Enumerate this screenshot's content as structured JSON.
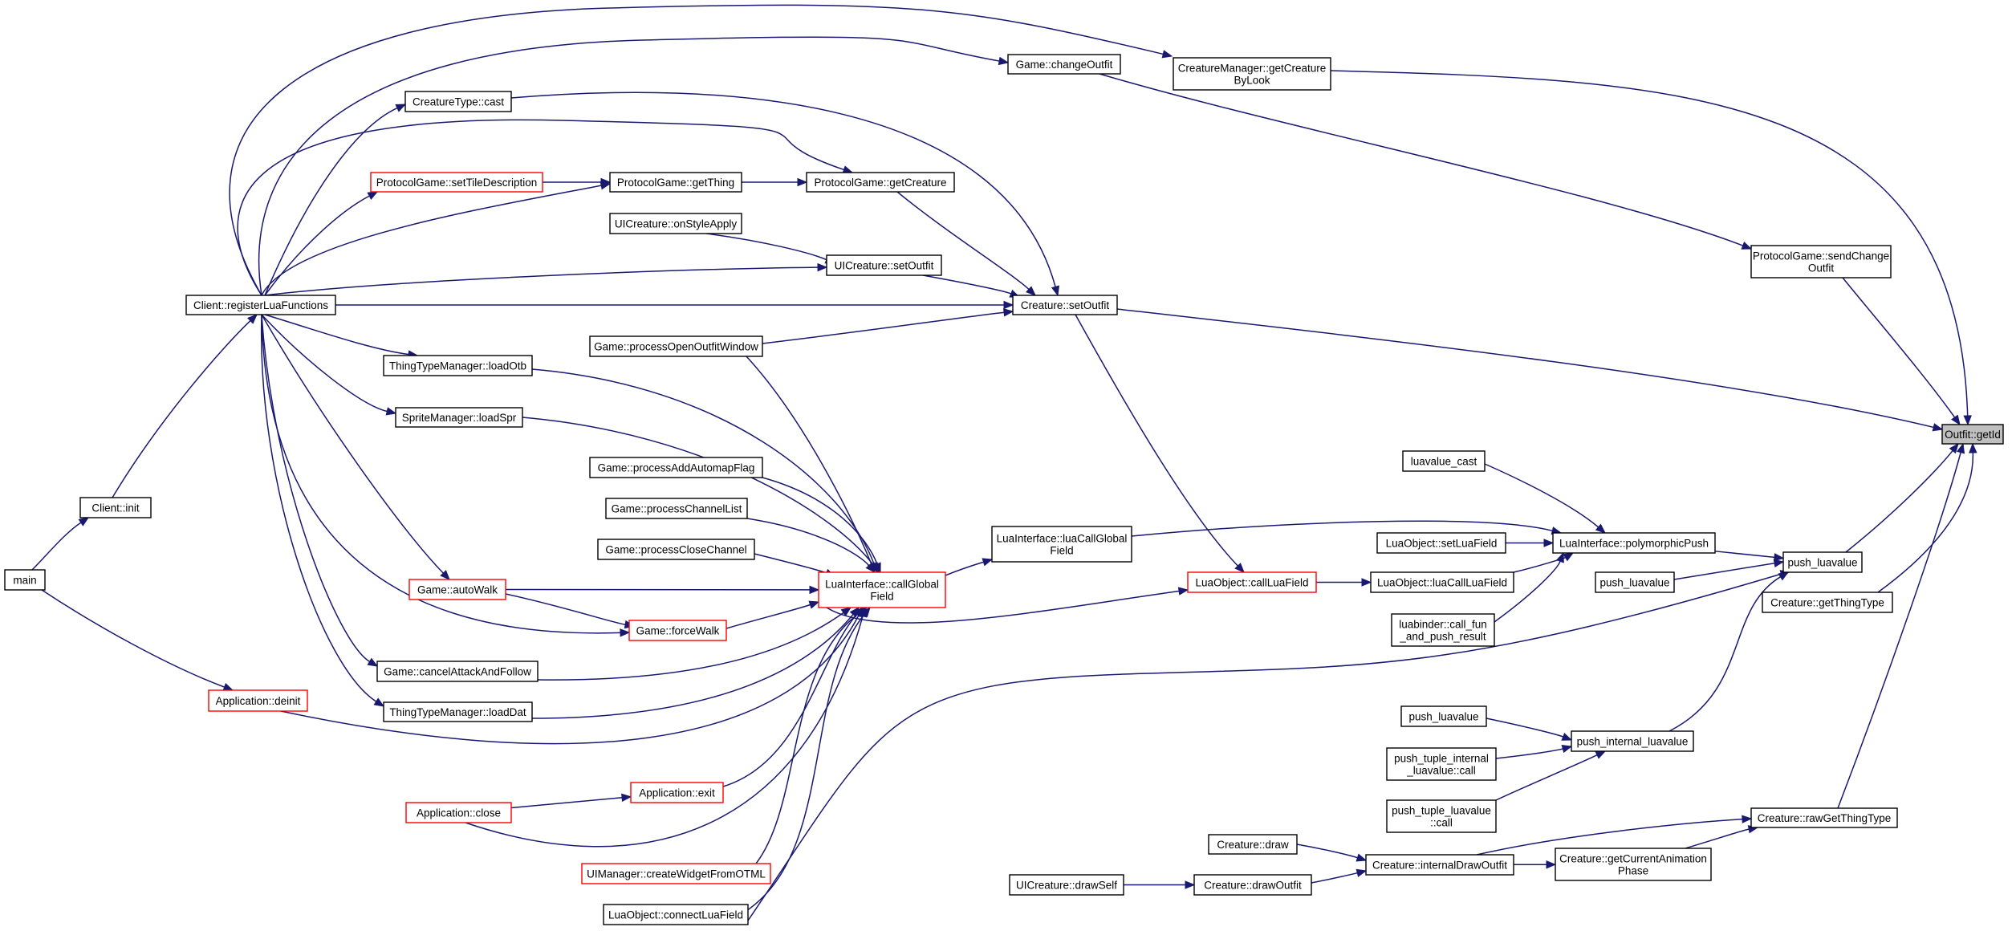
{
  "title": "",
  "colors": {
    "edge": "#191970",
    "node_border": "#000000",
    "node_border_truncated": "#ff0000",
    "root_fill": "#bfbfbf",
    "background": "#ffffff"
  },
  "nodes": [
    {
      "id": "getId",
      "lines": [
        "Outfit::getId"
      ],
      "style": "root"
    },
    {
      "id": "getCreatureByLook",
      "lines": [
        "CreatureManager::getCreature",
        "ByLook"
      ],
      "style": "normal"
    },
    {
      "id": "changeOutfit",
      "lines": [
        "Game::changeOutfit"
      ],
      "style": "normal"
    },
    {
      "id": "sendChangeOutfit",
      "lines": [
        "ProtocolGame::sendChange",
        "Outfit"
      ],
      "style": "normal"
    },
    {
      "id": "creatureSetOutfit",
      "lines": [
        "Creature::setOutfit"
      ],
      "style": "normal"
    },
    {
      "id": "pushLuavalueMain",
      "lines": [
        "push_luavalue"
      ],
      "style": "normal"
    },
    {
      "id": "getThingType",
      "lines": [
        "Creature::getThingType"
      ],
      "style": "normal"
    },
    {
      "id": "rawGetThingType",
      "lines": [
        "Creature::rawGetThingType"
      ],
      "style": "normal"
    },
    {
      "id": "creatureTypeCast",
      "lines": [
        "CreatureType::cast"
      ],
      "style": "normal"
    },
    {
      "id": "protocolGetCreature",
      "lines": [
        "ProtocolGame::getCreature"
      ],
      "style": "normal"
    },
    {
      "id": "protocolGetThing",
      "lines": [
        "ProtocolGame::getThing"
      ],
      "style": "normal"
    },
    {
      "id": "setTileDescription",
      "lines": [
        "ProtocolGame::setTileDescription"
      ],
      "style": "red"
    },
    {
      "id": "uiOnStyleApply",
      "lines": [
        "UICreature::onStyleApply"
      ],
      "style": "normal"
    },
    {
      "id": "uiSetOutfit",
      "lines": [
        "UICreature::setOutfit"
      ],
      "style": "normal"
    },
    {
      "id": "registerLuaFunctions",
      "lines": [
        "Client::registerLuaFunctions"
      ],
      "style": "normal"
    },
    {
      "id": "processOpenOutfitWindow",
      "lines": [
        "Game::processOpenOutfitWindow"
      ],
      "style": "normal"
    },
    {
      "id": "loadOtb",
      "lines": [
        "ThingTypeManager::loadOtb"
      ],
      "style": "normal"
    },
    {
      "id": "loadSpr",
      "lines": [
        "SpriteManager::loadSpr"
      ],
      "style": "normal"
    },
    {
      "id": "processAddAutomapFlag",
      "lines": [
        "Game::processAddAutomapFlag"
      ],
      "style": "normal"
    },
    {
      "id": "processChannelList",
      "lines": [
        "Game::processChannelList"
      ],
      "style": "normal"
    },
    {
      "id": "processCloseChannel",
      "lines": [
        "Game::processCloseChannel"
      ],
      "style": "normal"
    },
    {
      "id": "callGlobalField",
      "lines": [
        "LuaInterface::callGlobal",
        "Field"
      ],
      "style": "red"
    },
    {
      "id": "luaCallGlobalField",
      "lines": [
        "LuaInterface::luaCallGlobal",
        "Field"
      ],
      "style": "normal"
    },
    {
      "id": "autoWalk",
      "lines": [
        "Game::autoWalk"
      ],
      "style": "red"
    },
    {
      "id": "forceWalk",
      "lines": [
        "Game::forceWalk"
      ],
      "style": "red"
    },
    {
      "id": "cancelAttackAndFollow",
      "lines": [
        "Game::cancelAttackAndFollow"
      ],
      "style": "normal"
    },
    {
      "id": "loadDat",
      "lines": [
        "ThingTypeManager::loadDat"
      ],
      "style": "normal"
    },
    {
      "id": "clientInit",
      "lines": [
        "Client::init"
      ],
      "style": "normal"
    },
    {
      "id": "main",
      "lines": [
        "main"
      ],
      "style": "normal"
    },
    {
      "id": "appDeinit",
      "lines": [
        "Application::deinit"
      ],
      "style": "red"
    },
    {
      "id": "appExit",
      "lines": [
        "Application::exit"
      ],
      "style": "red"
    },
    {
      "id": "appClose",
      "lines": [
        "Application::close"
      ],
      "style": "red"
    },
    {
      "id": "createWidgetFromOTML",
      "lines": [
        "UIManager::createWidgetFromOTML"
      ],
      "style": "red"
    },
    {
      "id": "connectLuaField",
      "lines": [
        "LuaObject::connectLuaField"
      ],
      "style": "normal"
    },
    {
      "id": "luavalueCast",
      "lines": [
        "luavalue_cast"
      ],
      "style": "normal"
    },
    {
      "id": "setLuaField",
      "lines": [
        "LuaObject::setLuaField"
      ],
      "style": "normal"
    },
    {
      "id": "polymorphicPush",
      "lines": [
        "LuaInterface::polymorphicPush"
      ],
      "style": "normal"
    },
    {
      "id": "callLuaField",
      "lines": [
        "LuaObject::callLuaField"
      ],
      "style": "red"
    },
    {
      "id": "luaCallLuaField",
      "lines": [
        "LuaObject::luaCallLuaField"
      ],
      "style": "normal"
    },
    {
      "id": "callFunAndPush",
      "lines": [
        "luabinder::call_fun",
        "_and_push_result"
      ],
      "style": "normal"
    },
    {
      "id": "pushLuavalue2",
      "lines": [
        "push_luavalue"
      ],
      "style": "normal"
    },
    {
      "id": "pushLuavalue3",
      "lines": [
        "push_luavalue"
      ],
      "style": "normal"
    },
    {
      "id": "pushTupleInternal",
      "lines": [
        "push_tuple_internal",
        "_luavalue::call"
      ],
      "style": "normal"
    },
    {
      "id": "pushTupleLuavalue",
      "lines": [
        "push_tuple_luavalue",
        "::call"
      ],
      "style": "normal"
    },
    {
      "id": "pushInternalLuavalue",
      "lines": [
        "push_internal_luavalue"
      ],
      "style": "normal"
    },
    {
      "id": "creatureDraw",
      "lines": [
        "Creature::draw"
      ],
      "style": "normal"
    },
    {
      "id": "uiDrawSelf",
      "lines": [
        "UICreature::drawSelf"
      ],
      "style": "normal"
    },
    {
      "id": "drawOutfit",
      "lines": [
        "Creature::drawOutfit"
      ],
      "style": "normal"
    },
    {
      "id": "internalDrawOutfit",
      "lines": [
        "Creature::internalDrawOutfit"
      ],
      "style": "normal"
    },
    {
      "id": "getCurrentAnimationPhase",
      "lines": [
        "Creature::getCurrentAnimation",
        "Phase"
      ],
      "style": "normal"
    }
  ],
  "edges": [
    [
      "getCreatureByLook",
      "getId"
    ],
    [
      "sendChangeOutfit",
      "getId"
    ],
    [
      "creatureSetOutfit",
      "getId"
    ],
    [
      "pushLuavalueMain",
      "getId"
    ],
    [
      "getThingType",
      "getId"
    ],
    [
      "rawGetThingType",
      "getId"
    ],
    [
      "registerLuaFunctions",
      "getCreatureByLook"
    ],
    [
      "registerLuaFunctions",
      "changeOutfit"
    ],
    [
      "changeOutfit",
      "sendChangeOutfit"
    ],
    [
      "registerLuaFunctions",
      "creatureTypeCast"
    ],
    [
      "creatureTypeCast",
      "creatureSetOutfit"
    ],
    [
      "registerLuaFunctions",
      "protocolGetCreature"
    ],
    [
      "protocolGetThing",
      "protocolGetCreature"
    ],
    [
      "protocolGetCreature",
      "creatureSetOutfit"
    ],
    [
      "setTileDescription",
      "protocolGetThing"
    ],
    [
      "registerLuaFunctions",
      "protocolGetThing"
    ],
    [
      "registerLuaFunctions",
      "setTileDescription"
    ],
    [
      "uiOnStyleApply",
      "uiSetOutfit"
    ],
    [
      "registerLuaFunctions",
      "uiSetOutfit"
    ],
    [
      "uiSetOutfit",
      "creatureSetOutfit"
    ],
    [
      "registerLuaFunctions",
      "creatureSetOutfit"
    ],
    [
      "processOpenOutfitWindow",
      "creatureSetOutfit"
    ],
    [
      "registerLuaFunctions",
      "loadOtb"
    ],
    [
      "registerLuaFunctions",
      "loadSpr"
    ],
    [
      "registerLuaFunctions",
      "autoWalk"
    ],
    [
      "registerLuaFunctions",
      "forceWalk"
    ],
    [
      "registerLuaFunctions",
      "cancelAttackAndFollow"
    ],
    [
      "registerLuaFunctions",
      "loadDat"
    ],
    [
      "clientInit",
      "registerLuaFunctions"
    ],
    [
      "main",
      "clientInit"
    ],
    [
      "main",
      "appDeinit"
    ],
    [
      "processOpenOutfitWindow",
      "callGlobalField"
    ],
    [
      "loadOtb",
      "callGlobalField"
    ],
    [
      "loadSpr",
      "callGlobalField"
    ],
    [
      "processAddAutomapFlag",
      "callGlobalField"
    ],
    [
      "processChannelList",
      "callGlobalField"
    ],
    [
      "processCloseChannel",
      "callGlobalField"
    ],
    [
      "autoWalk",
      "callGlobalField"
    ],
    [
      "autoWalk",
      "forceWalk"
    ],
    [
      "forceWalk",
      "callGlobalField"
    ],
    [
      "cancelAttackAndFollow",
      "callGlobalField"
    ],
    [
      "loadDat",
      "callGlobalField"
    ],
    [
      "appDeinit",
      "callGlobalField"
    ],
    [
      "appExit",
      "callGlobalField"
    ],
    [
      "appClose",
      "appExit"
    ],
    [
      "appClose",
      "callGlobalField"
    ],
    [
      "createWidgetFromOTML",
      "callGlobalField"
    ],
    [
      "connectLuaField",
      "callGlobalField"
    ],
    [
      "callGlobalField",
      "luaCallGlobalField"
    ],
    [
      "luaCallGlobalField",
      "polymorphicPush"
    ],
    [
      "creatureSetOutfit",
      "callLuaField"
    ],
    [
      "callGlobalField",
      "callLuaField"
    ],
    [
      "callLuaField",
      "luaCallLuaField"
    ],
    [
      "luavalueCast",
      "polymorphicPush"
    ],
    [
      "setLuaField",
      "polymorphicPush"
    ],
    [
      "luaCallLuaField",
      "polymorphicPush"
    ],
    [
      "callFunAndPush",
      "polymorphicPush"
    ],
    [
      "polymorphicPush",
      "pushLuavalueMain"
    ],
    [
      "pushLuavalue2",
      "pushLuavalueMain"
    ],
    [
      "connectLuaField",
      "pushLuavalueMain"
    ],
    [
      "pushInternalLuavalue",
      "pushLuavalueMain"
    ],
    [
      "pushLuavalue3",
      "pushInternalLuavalue"
    ],
    [
      "pushTupleInternal",
      "pushInternalLuavalue"
    ],
    [
      "pushTupleLuavalue",
      "pushInternalLuavalue"
    ],
    [
      "creatureDraw",
      "internalDrawOutfit"
    ],
    [
      "uiDrawSelf",
      "drawOutfit"
    ],
    [
      "drawOutfit",
      "internalDrawOutfit"
    ],
    [
      "internalDrawOutfit",
      "getCurrentAnimationPhase"
    ],
    [
      "internalDrawOutfit",
      "rawGetThingType"
    ],
    [
      "getCurrentAnimationPhase",
      "rawGetThingType"
    ]
  ]
}
